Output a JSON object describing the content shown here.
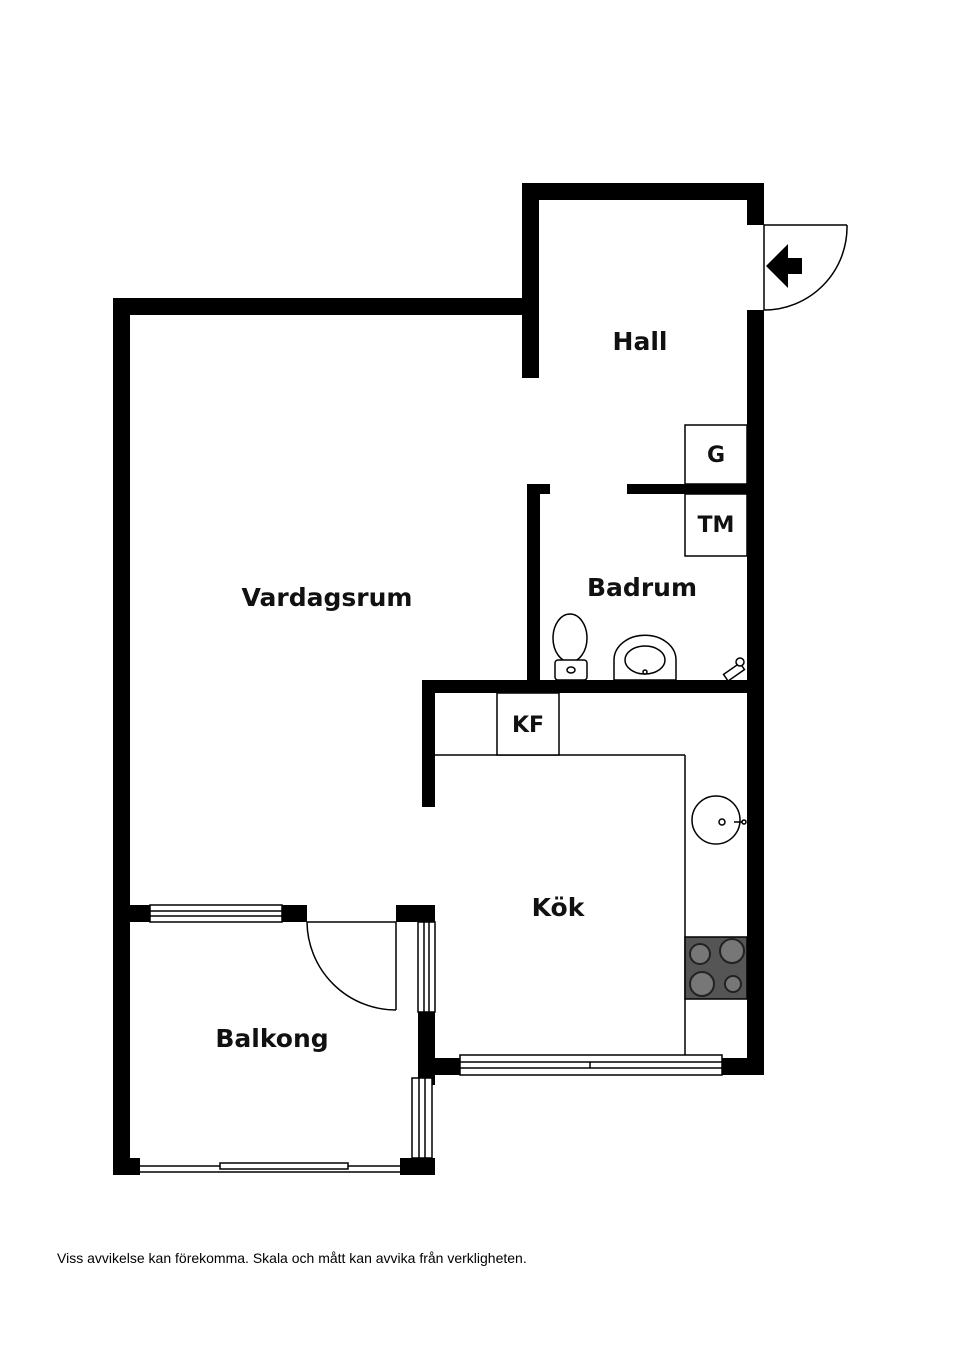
{
  "rooms": {
    "hall": "Hall",
    "vardagsrum": "Vardagsrum",
    "badrum": "Badrum",
    "kok": "Kök",
    "balkong": "Balkong"
  },
  "fixtures": {
    "garderob": "G",
    "tvattmaskin": "TM",
    "kylfrys": "KF"
  },
  "disclaimer": "Viss avvikelse kan förekomma. Skala och mått kan avvika från verkligheten.",
  "colors": {
    "wall": "#000000",
    "line": "#000000",
    "appliance": "#555555"
  }
}
